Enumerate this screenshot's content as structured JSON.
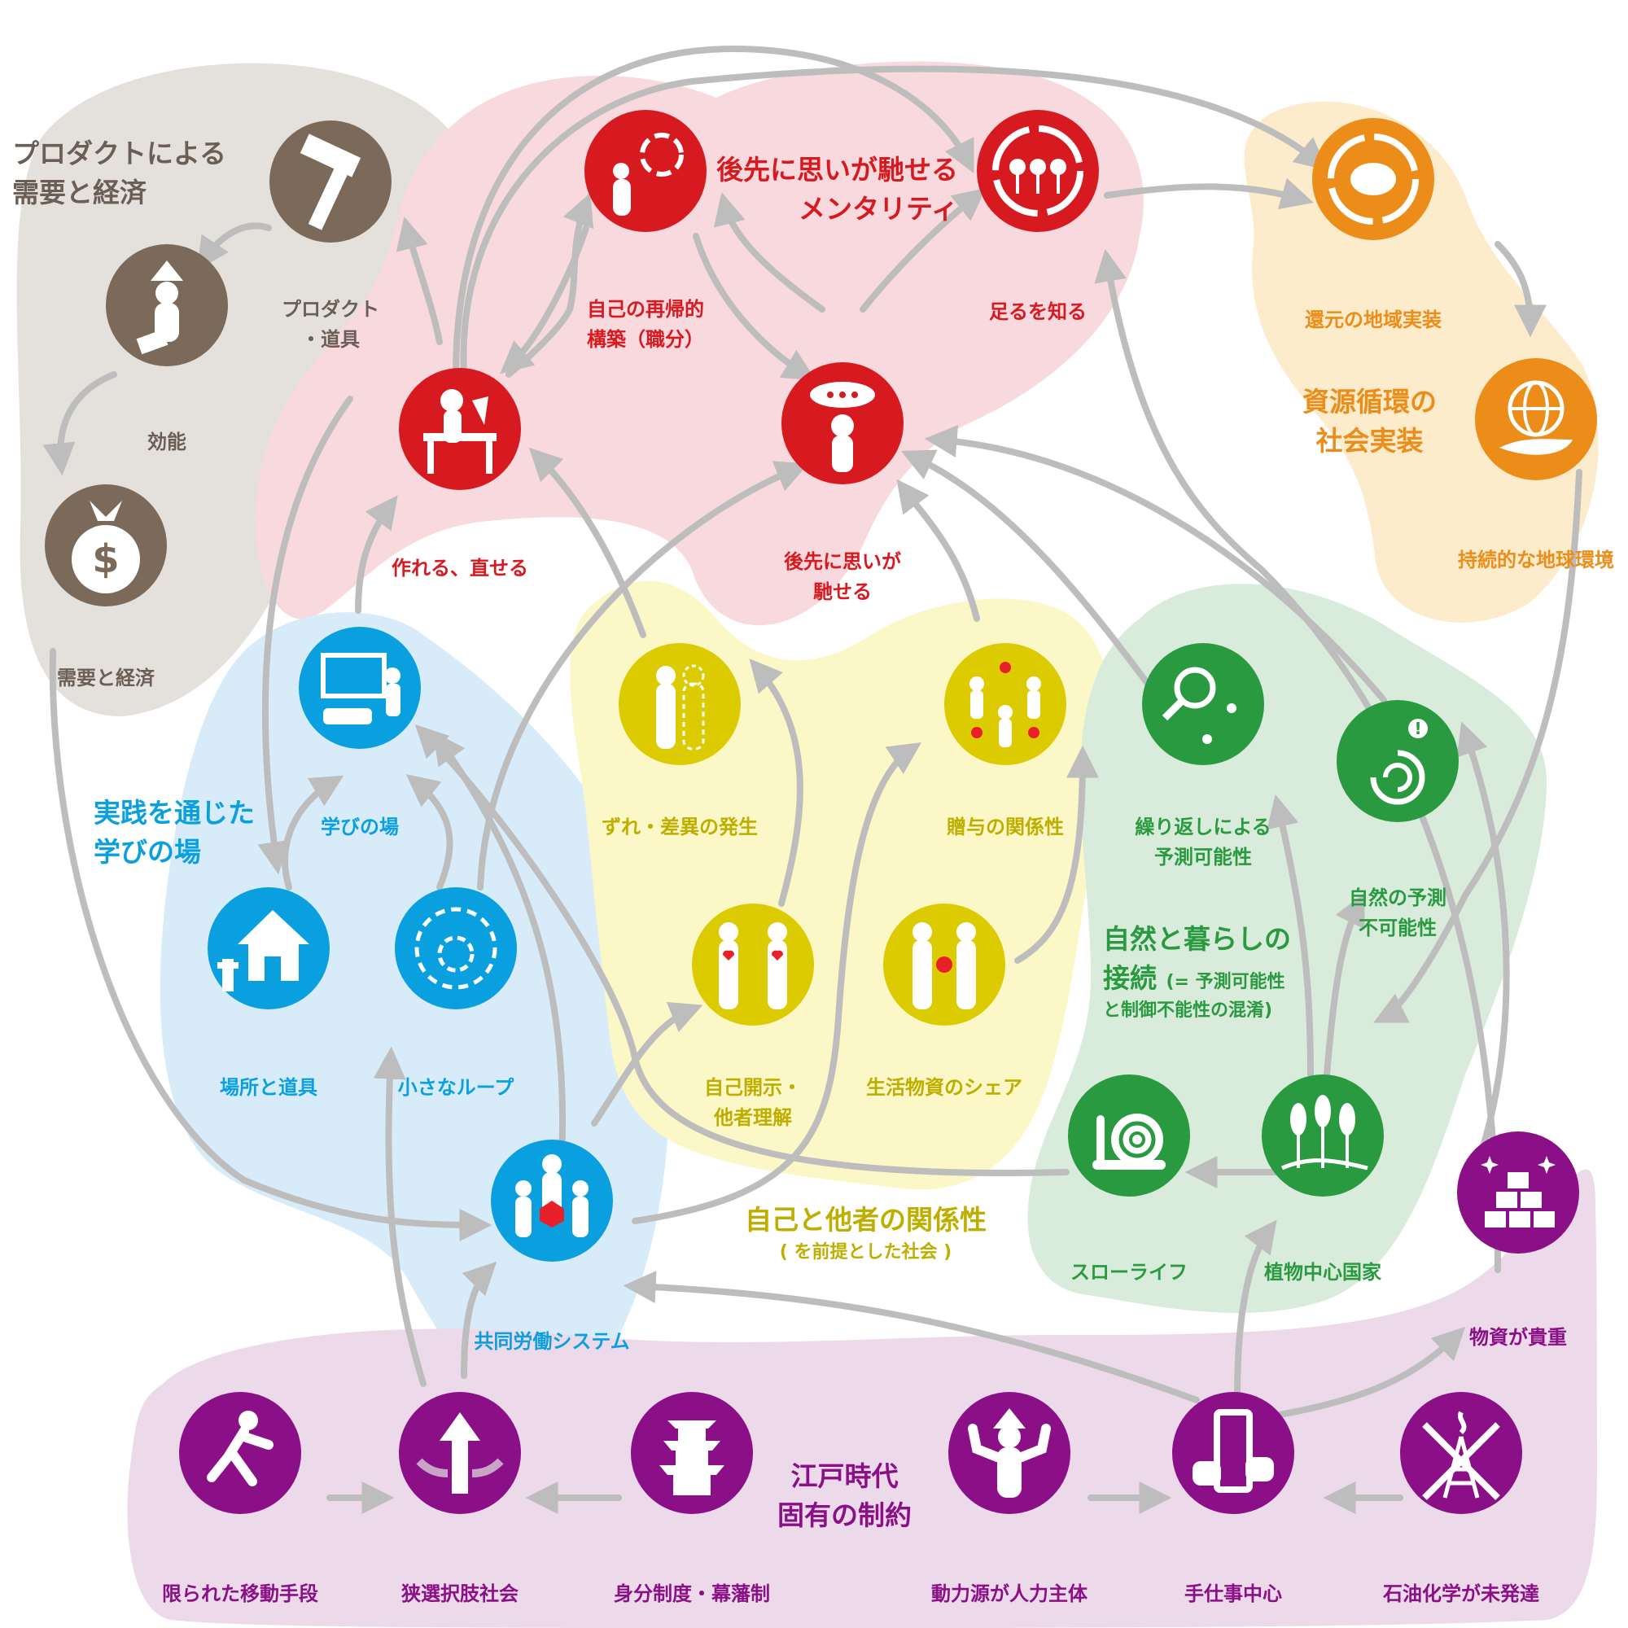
{
  "colors": {
    "red": "#d71920",
    "brown": "#7b6a59",
    "orange": "#ec8d1a",
    "blue": "#0aa0e0",
    "yellow": "#dccb00",
    "green": "#2a9a41",
    "purple": "#8b0f86",
    "arrow": "#bdbdbd"
  },
  "groups": {
    "product": {
      "line1": "プロダクトによる",
      "line2": "需要と経済"
    },
    "mentality": {
      "line1": "後先に思いが馳せる",
      "line2": "メンタリティ"
    },
    "resource": {
      "line1": "資源循環の",
      "line2": "社会実装"
    },
    "learning": {
      "line1": "実践を通じた",
      "line2": "学びの場"
    },
    "relation": {
      "line1": "自己と他者の関係性",
      "line2": "( を前提とした社会 )"
    },
    "nature": {
      "line1": "自然と暮らしの",
      "line2a": "接続",
      "line2b": "(= 予測可能性",
      "line3": "と制御不能性の混淆)"
    },
    "edo": {
      "line1": "江戸時代",
      "line2": "固有の制約"
    }
  },
  "nodes": {
    "product_tool": {
      "l1": "プロダクト",
      "l2": "・道具",
      "icon": "hammer-icon"
    },
    "efficacy": {
      "l1": "効能",
      "icon": "person-pointing-up-icon"
    },
    "demand": {
      "l1": "需要と経済",
      "icon": "money-bag-icon"
    },
    "self_reconstruct": {
      "l1": "自己の再帰的",
      "l2": "構築（職分）",
      "icon": "person-cycle-icon"
    },
    "know_enough": {
      "l1": "足るを知る",
      "icon": "plants-cycle-icon"
    },
    "make_fix": {
      "l1": "作れる、直せる",
      "icon": "person-workbench-icon"
    },
    "think_ahead": {
      "l1": "後先に思いが",
      "l2": "馳せる",
      "icon": "thinking-person-icon"
    },
    "local_impl": {
      "l1": "還元の地域実装",
      "icon": "recycle-icon"
    },
    "sustainable_env": {
      "l1": "持続的な地球環境",
      "icon": "globe-hand-icon"
    },
    "learning_place": {
      "l1": "学びの場",
      "icon": "classroom-icon"
    },
    "place_tools": {
      "l1": "場所と道具",
      "icon": "house-icon"
    },
    "small_loop": {
      "l1": "小さなループ",
      "icon": "loop-icon"
    },
    "cooperative": {
      "l1": "共同労働システム",
      "icon": "group-icon"
    },
    "gap": {
      "l1": "ずれ・差異の発生",
      "icon": "two-figures-icon"
    },
    "gift": {
      "l1": "贈与の関係性",
      "icon": "gift-circle-icon"
    },
    "self_disclosure": {
      "l1": "自己開示・",
      "l2": "他者理解",
      "icon": "hearts-icon"
    },
    "sharing": {
      "l1": "生活物資のシェア",
      "icon": "sharing-icon"
    },
    "predictability": {
      "l1": "繰り返しによる",
      "l2": "予測可能性",
      "icon": "magnifier-cycle-icon"
    },
    "unpredictability": {
      "l1": "自然の予測",
      "l2": "不可能性",
      "icon": "whirlwind-icon"
    },
    "slow_life": {
      "l1": "スローライフ",
      "icon": "snail-icon"
    },
    "plant_nation": {
      "l1": "植物中心国家",
      "icon": "rice-plant-icon"
    },
    "scarce": {
      "l1": "物資が貴重",
      "icon": "stacked-blocks-icon"
    },
    "limited_move": {
      "l1": "限られた移動手段",
      "icon": "runner-icon"
    },
    "narrow_choice": {
      "l1": "狭選択肢社会",
      "icon": "arrow-up-icon"
    },
    "status_system": {
      "l1": "身分制度・幕藩制",
      "icon": "pagoda-icon"
    },
    "human_power": {
      "l1": "動力源が人力主体",
      "icon": "strong-person-icon"
    },
    "handcraft": {
      "l1": "手仕事中心",
      "icon": "hands-tablet-icon"
    },
    "petro": {
      "l1": "石油化学が未発達",
      "icon": "no-tower-icon"
    }
  }
}
